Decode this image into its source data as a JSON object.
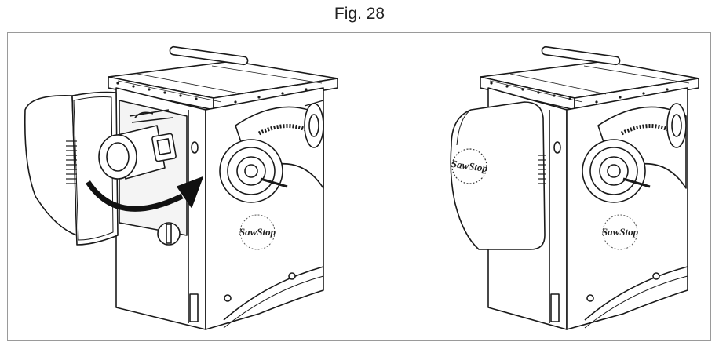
{
  "figure": {
    "title": "Fig. 28"
  },
  "left_saw": {
    "logo": "SawStop"
  },
  "right_saw": {
    "cover_logo": "SawStop",
    "logo": "SawStop"
  },
  "colors": {
    "line": "#1a1a1a",
    "frame": "#9a9a9a",
    "background": "#ffffff"
  }
}
